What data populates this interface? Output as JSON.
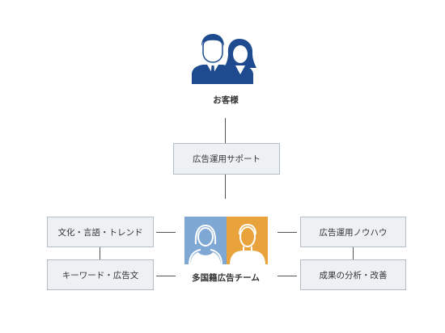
{
  "customer": {
    "label": "お客様",
    "icon": "customers-icon",
    "color": "#1e4b8f"
  },
  "support": {
    "label": "広告運用サポート"
  },
  "team": {
    "label": "多国籍広告チーム",
    "photo_colors": {
      "left": "#7fa7d3",
      "right": "#e8a33c",
      "figure": "#ffffff"
    }
  },
  "left_boxes": [
    {
      "label": "文化・言語・トレンド"
    },
    {
      "label": "キーワード・広告文"
    }
  ],
  "right_boxes": [
    {
      "label": "広告運用ノウハウ"
    },
    {
      "label": "成果の分析・改善"
    }
  ]
}
